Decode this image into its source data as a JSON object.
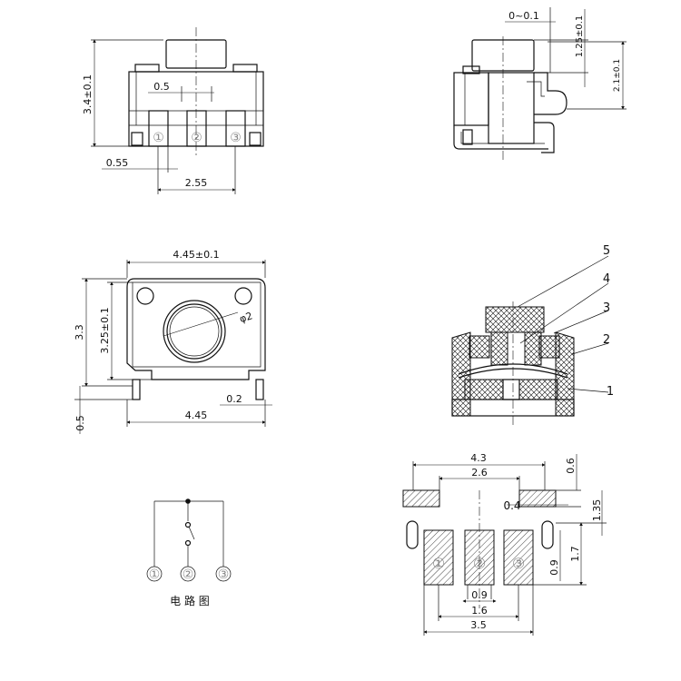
{
  "views": {
    "front_view": {
      "height_dim": "3.4±0.1",
      "stem_dim": "0.5",
      "pin_width_dim": "0.55",
      "pin_pitch_dim": "2.55",
      "pins": [
        "①",
        "②",
        "③"
      ]
    },
    "side_view": {
      "gap_dim": "0~0.1",
      "travel_dim": "1.25±0.1",
      "height_dim": "2.1±0.1"
    },
    "top_view": {
      "width_tol_dim": "4.45±0.1",
      "height_dim": "3.3",
      "inner_height_dim": "3.25±0.1",
      "button_dia": "φ2",
      "tab_dim": "0.2",
      "lead_dim": "0.5",
      "width_dim": "4.45"
    },
    "section_view": {
      "callouts": [
        "5",
        "4",
        "3",
        "2",
        "1"
      ]
    },
    "circuit": {
      "title": "电 路 图",
      "pins": [
        "①",
        "②",
        "③"
      ]
    },
    "footprint": {
      "overall_dim": "4.3",
      "inner_dim": "2.6",
      "pad_height_dim": "0.6",
      "pad_gap_dim": "0.4",
      "offset_dim": "1.35",
      "row_dim": "1.7",
      "pad_dim": "0.9",
      "pad_width_dim": "0.9",
      "pitch_dim": "1.6",
      "span_dim": "3.5",
      "pins": [
        "①",
        "②",
        "③"
      ]
    }
  }
}
